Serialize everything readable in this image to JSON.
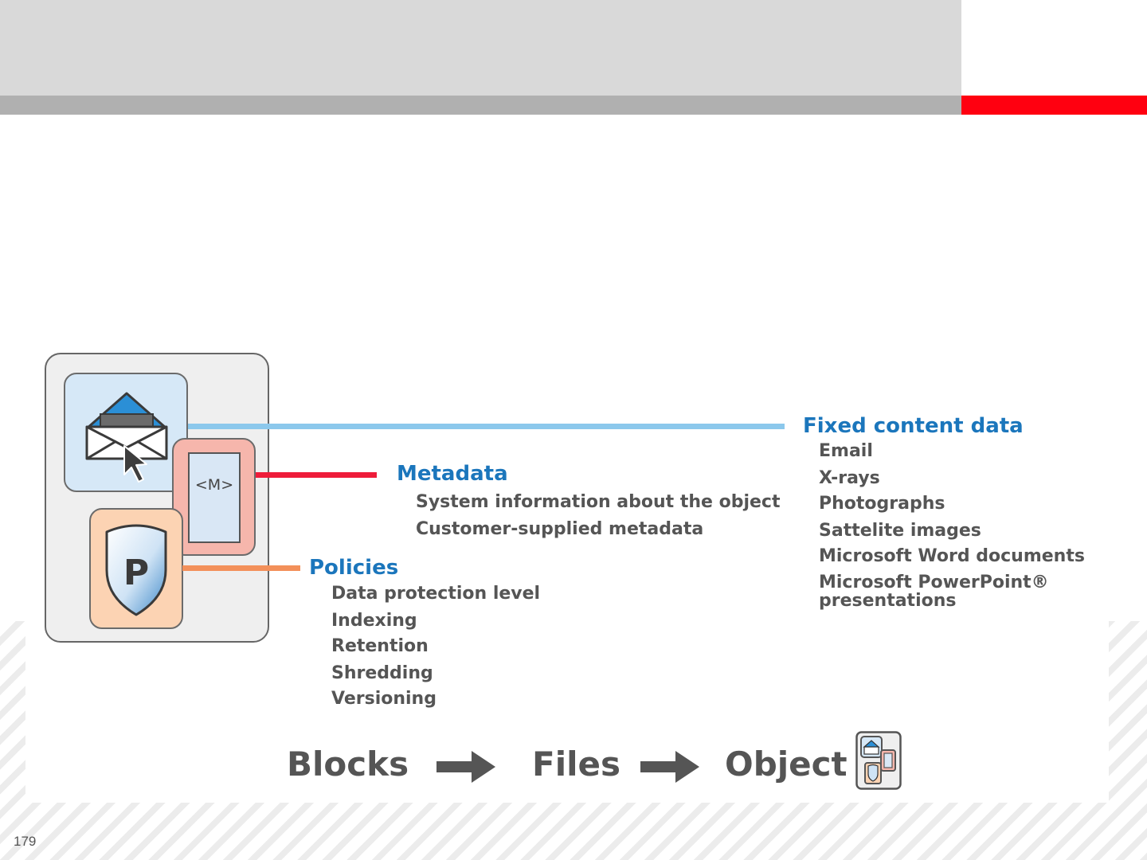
{
  "slide_number": "179",
  "diagram": {
    "object_label": "<M>",
    "policy_letter": "P",
    "fixed_content": {
      "heading": "Fixed content data",
      "items": [
        "Email",
        "X-rays",
        "Photographs",
        "Sattelite images",
        "Microsoft Word documents",
        "Microsoft PowerPoint®",
        "presentations"
      ]
    },
    "metadata": {
      "heading": "Metadata",
      "items": [
        "System information about the object",
        "Customer-supplied metadata"
      ]
    },
    "policies": {
      "heading": "Policies",
      "items": [
        "Data protection level",
        "Indexing",
        "Retention",
        "Shredding",
        "Versioning"
      ]
    },
    "flow": [
      "Blocks",
      "Files",
      "Object"
    ]
  },
  "colors": {
    "heading_blue": "#1b76bc",
    "metadata_red": "#ee1c3a",
    "fixed_content_blue": "#8cc8ec",
    "policies_orange": "#f3905a",
    "accent_red": "#ff0010"
  }
}
